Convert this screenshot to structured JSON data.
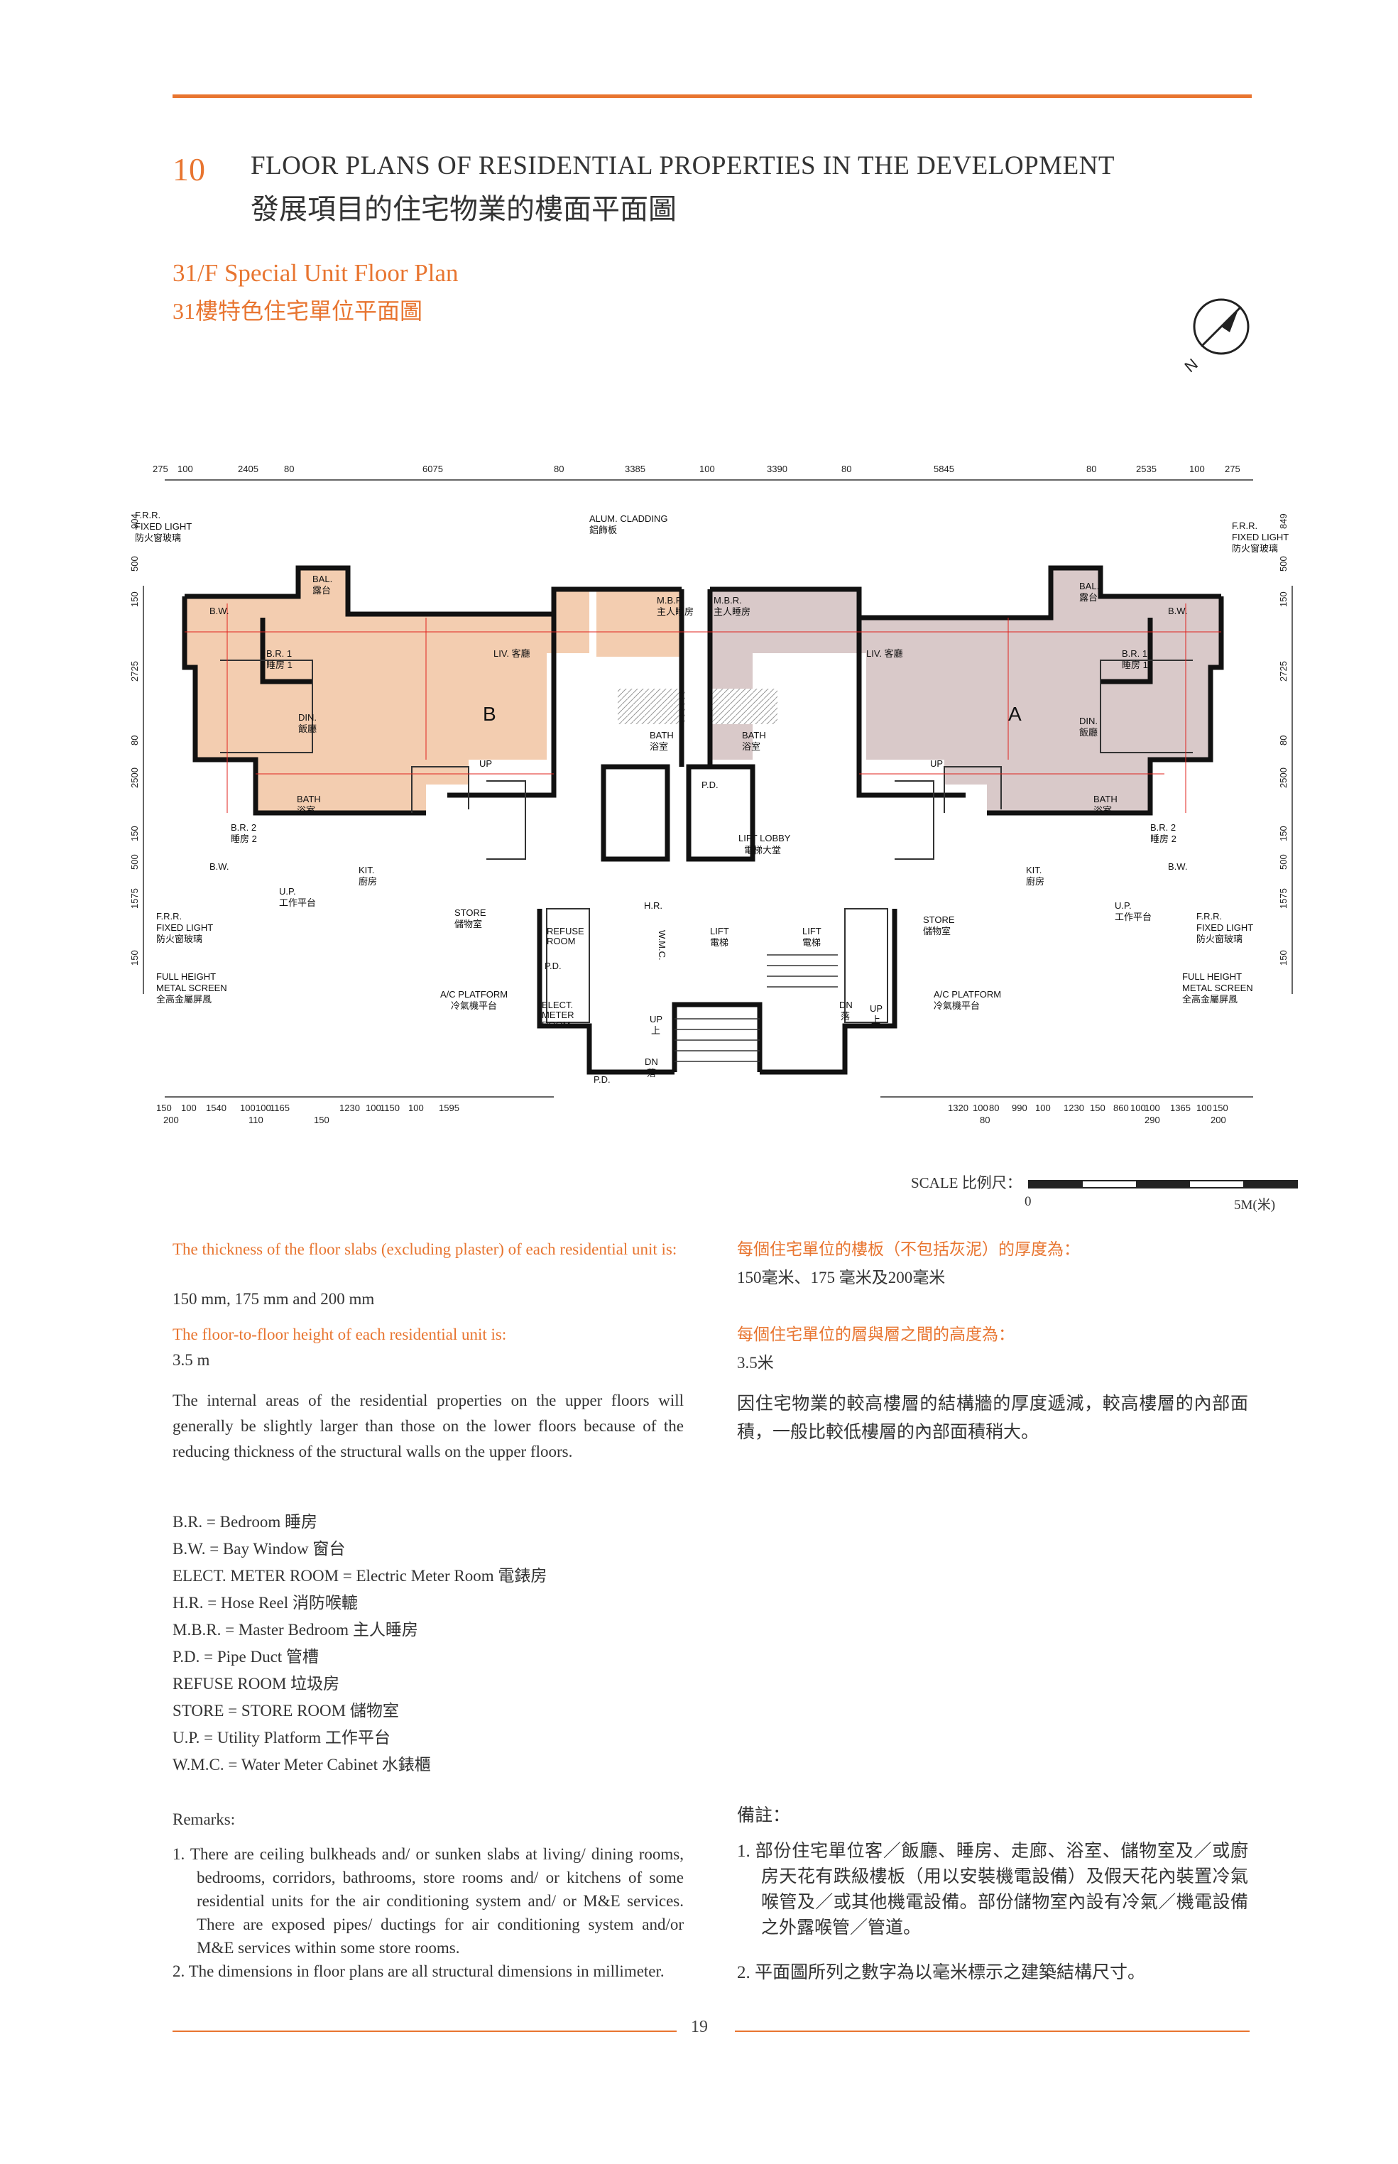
{
  "header": {
    "section_number": "10",
    "title_en": "FLOOR PLANS OF RESIDENTIAL PROPERTIES IN THE DEVELOPMENT",
    "title_zh": "發展項目的住宅物業的樓面平面圖"
  },
  "subtitle": {
    "en": "31/F Special Unit Floor Plan",
    "zh": "31樓特色住宅單位平面圖"
  },
  "north_arrow": {
    "label": "N"
  },
  "plan": {
    "top_dims": [
      "275",
      "100",
      "2405",
      "80",
      "6075",
      "80",
      "3385",
      "100",
      "3390",
      "80",
      "5845",
      "80",
      "2535",
      "100",
      "275"
    ],
    "bottom_dims_left": [
      "150",
      "100",
      "1540",
      "100",
      "100",
      "1165",
      "1230",
      "100",
      "1150",
      "100",
      "1595"
    ],
    "bottom_dims_left_sub": [
      "200",
      "110",
      "150"
    ],
    "bottom_dims_right": [
      "1320",
      "100",
      "80",
      "990",
      "100",
      "1230",
      "150",
      "860",
      "100",
      "100",
      "1365",
      "100",
      "150"
    ],
    "bottom_dims_right_sub": [
      "80",
      "290",
      "200"
    ],
    "left_dims": [
      "904",
      "500",
      "150",
      "2725",
      "80",
      "2500",
      "150",
      "500",
      "1575",
      "150"
    ],
    "right_dims": [
      "849",
      "500",
      "150",
      "2725",
      "80",
      "2500",
      "150",
      "500",
      "1575",
      "150"
    ],
    "labels": {
      "frr_left": "F.R.R.",
      "fixed_light_left": "FIXED LIGHT",
      "fixed_light_left_zh": "防火窗玻璃",
      "frr_right": "F.R.R.",
      "fixed_light_right": "FIXED LIGHT",
      "fixed_light_right_zh": "防火窗玻璃",
      "alum": "ALUM. CLADDING",
      "alum_zh": "鋁飾板",
      "bal": "BAL.",
      "bal_zh": "露台",
      "bw": "B.W.",
      "br1": "B.R. 1",
      "br1_zh": "睡房 1",
      "br2": "B.R. 2",
      "br2_zh": "睡房 2",
      "din": "DIN.",
      "din_zh": "飯廳",
      "liv": "LIV. 客廳",
      "mbr": "M.B.R.",
      "mbr_zh": "主人睡房",
      "bath": "BATH",
      "bath_zh": "浴室",
      "kit": "KIT.",
      "kit_zh": "廚房",
      "up_plat": "U.P.",
      "up_plat_zh": "工作平台",
      "store": "STORE",
      "store_zh": "儲物室",
      "unit_a": "A",
      "unit_b": "B",
      "up": "UP",
      "up_zh": "上",
      "dn": "DN",
      "dn_zh": "落",
      "pd": "P.D.",
      "lift_lobby": "LIFT LOBBY",
      "lift_lobby_zh": "電梯大堂",
      "lift": "LIFT",
      "lift_zh": "電梯",
      "hr": "H.R.",
      "wmc": "W.M.C.",
      "refuse": "REFUSE",
      "refuse2": "ROOM",
      "elect1": "ELECT.",
      "elect2": "METER",
      "elect3": "ROOM",
      "ac": "A/C PLATFORM",
      "ac_zh": "冷氣機平台",
      "frs1": "FULL HEIGHT",
      "frs2": "METAL SCREEN",
      "frs_zh": "全高金屬屏風"
    }
  },
  "scale": {
    "label": "SCALE 比例尺：",
    "zero": "0",
    "max": "5M(米)"
  },
  "notes": {
    "slab_heading_en": "The thickness of the floor slabs (excluding plaster) of each residential unit is:",
    "slab_value_en": "150 mm, 175 mm and 200 mm",
    "height_heading_en": "The floor-to-floor height of each residential unit is:",
    "height_value_en": "3.5 m",
    "internal_en": "The internal areas of the residential properties on the upper floors will generally be slightly larger than those on the lower floors because of the reducing thickness of the structural walls on the upper floors.",
    "slab_heading_zh": "每個住宅單位的樓板（不包括灰泥）的厚度為：",
    "slab_value_zh": "150毫米、175 毫米及200毫米",
    "height_heading_zh": "每個住宅單位的層與層之間的高度為：",
    "height_value_zh": "3.5米",
    "internal_zh": "因住宅物業的較高樓層的結構牆的厚度遞減，較高樓層的內部面積，一般比較低樓層的內部面積稍大。"
  },
  "legend": [
    "B.R. = Bedroom  睡房",
    "B.W. = Bay Window  窗台",
    "ELECT. METER ROOM = Electric Meter Room  電錶房",
    "H.R. = Hose Reel  消防喉轆",
    "M.B.R. = Master Bedroom  主人睡房",
    "P.D. = Pipe Duct  管槽",
    "REFUSE ROOM  垃圾房",
    "STORE = STORE ROOM  儲物室",
    "U.P. = Utility Platform  工作平台",
    "W.M.C. = Water Meter Cabinet  水錶櫃"
  ],
  "remarks": {
    "heading_en": "Remarks:",
    "item1_en": "1. There are ceiling bulkheads and/ or sunken slabs at living/ dining rooms, bedrooms, corridors, bathrooms, store rooms and/ or kitchens of some residential units for the air conditioning system and/ or M&E services. There are exposed pipes/ ductings for air conditioning system and/or M&E services within some store rooms.",
    "item2_en": "2. The dimensions in floor plans are all structural dimensions in millimeter.",
    "heading_zh": "備註：",
    "item1_zh": "1. 部份住宅單位客／飯廳、睡房、走廊、浴室、儲物室及／或廚房天花有跌級樓板（用以安裝機電設備）及假天花內裝置冷氣喉管及／或其他機電設備。部份儲物室內設有冷氣／機電設備之外露喉管／管道。",
    "item2_zh": "2. 平面圖所列之數字為以毫米標示之建築結構尺寸。"
  },
  "page_number": "19",
  "colors": {
    "accent": "#e87530",
    "unit_b_fill": "#f3cdb0",
    "unit_a_fill": "#d9c9c9",
    "wall": "#111111",
    "dim": "#e0231e"
  }
}
